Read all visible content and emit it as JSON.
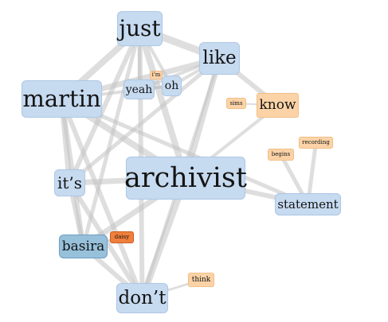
{
  "colors": {
    "edge": "#c2c2c2",
    "node_blue": "#c6daf0",
    "node_blue_selected": "#97c0db",
    "node_orange": "#fbd3a7",
    "node_orange_selected": "#f07f3d"
  },
  "nodes": {
    "archivist": "archivist",
    "martin": "martin",
    "just": "just",
    "like": "like",
    "yeah": "yeah",
    "oh": "oh",
    "im": "i'm",
    "know": "know",
    "sims": "sims",
    "recording": "recording",
    "begins": "begins",
    "statement": "statement",
    "its": "it’s",
    "basira": "basira",
    "daisy": "daisy",
    "think": "think",
    "dont": "don’t"
  }
}
